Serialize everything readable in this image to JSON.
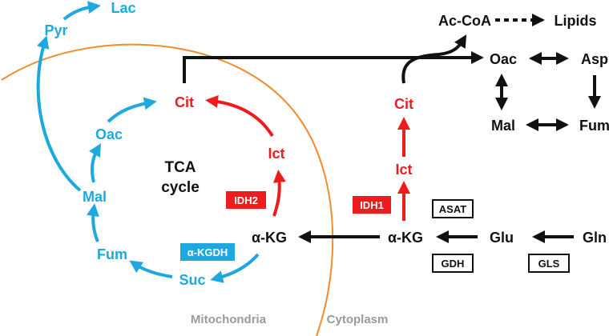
{
  "title_lines": [
    "TCA",
    "cycle"
  ],
  "regions": {
    "mito": "Mitochondria",
    "cyto": "Cytoplasm"
  },
  "metabolites": {
    "pyr": "Pyr",
    "lac": "Lac",
    "mito_cit": "Cit",
    "mito_ict": "Ict",
    "mito_akg": "α-KG",
    "oac": "Oac",
    "mal": "Mal",
    "fum": "Fum",
    "suc": "Suc",
    "cyto_akg": "α-KG",
    "cyto_ict": "Ict",
    "cyto_cit": "Cit",
    "glu": "Glu",
    "gln": "Gln",
    "accoa": "Ac-CoA",
    "lipids": "Lipids",
    "c_oac": "Oac",
    "c_asp": "Asp",
    "c_mal": "Mal",
    "c_fum": "Fum"
  },
  "enzymes": {
    "idh2": "IDH2",
    "akgdh": "α-KGDH",
    "idh1": "IDH1",
    "asat": "ASAT",
    "gdh": "GDH",
    "gls": "GLS"
  },
  "colors": {
    "blue": "#1ea8e0",
    "red": "#ee1c1c",
    "black": "#111111",
    "membrane": "#f08c2e",
    "region_text": "#9a9a9a"
  }
}
